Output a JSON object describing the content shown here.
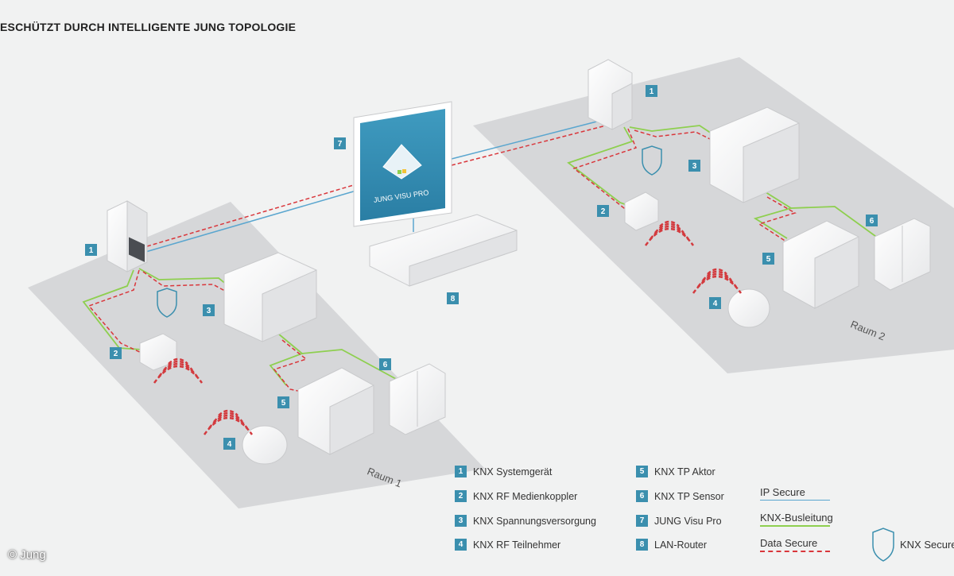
{
  "title": "ESCHÜTZT DURCH INTELLIGENTE JUNG TOPOLOGIE",
  "credit": "© Jung",
  "rooms": {
    "room1": "Raum 1",
    "room2": "Raum 2"
  },
  "screen_text": "JUNG VISU PRO",
  "badges": {
    "b1": "1",
    "b2": "2",
    "b3": "3",
    "b4": "4",
    "b5": "5",
    "b6": "6",
    "b7": "7",
    "b8": "8"
  },
  "legend": [
    {
      "num": "1",
      "label": "KNX Systemgerät"
    },
    {
      "num": "2",
      "label": "KNX RF Medienkoppler"
    },
    {
      "num": "3",
      "label": "KNX Spannungsversorgung"
    },
    {
      "num": "4",
      "label": "KNX RF Teilnehmer"
    },
    {
      "num": "5",
      "label": "KNX TP Aktor"
    },
    {
      "num": "6",
      "label": "KNX TP Sensor"
    },
    {
      "num": "7",
      "label": "JUNG Visu Pro"
    },
    {
      "num": "8",
      "label": "LAN-Router"
    }
  ],
  "line_legend": [
    {
      "label": "IP Secure",
      "color": "#5aa6cf",
      "style": "solid"
    },
    {
      "label": "KNX-Busleitung",
      "color": "#8ecf4f",
      "style": "solid"
    },
    {
      "label": "Data Secure",
      "color": "#d9363b",
      "style": "dashed"
    }
  ],
  "shield_legend": "KNX Secure",
  "colors": {
    "badge": "#3b8fae",
    "floor": "#d6d7d9",
    "ip": "#5aa6cf",
    "bus": "#8ecf4f",
    "secure": "#d9363b",
    "rf": "#d33a3e"
  }
}
